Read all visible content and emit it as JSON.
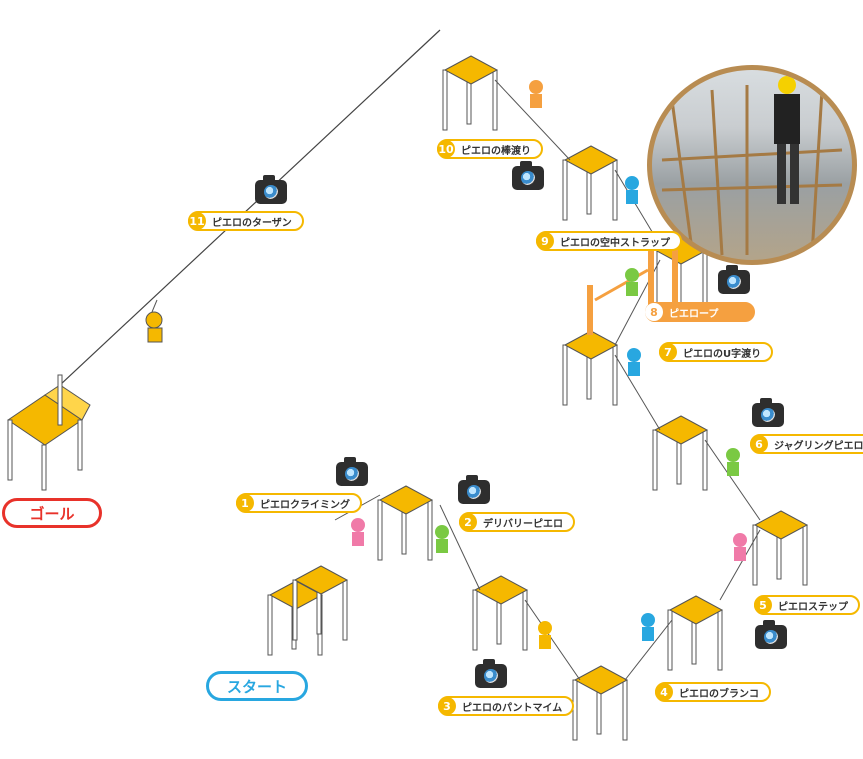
{
  "course": {
    "goal_label": "ゴール",
    "start_label": "スタート"
  },
  "stations": [
    {
      "num": "1",
      "name": "ピエロクライミング"
    },
    {
      "num": "2",
      "name": "デリバリーピエロ"
    },
    {
      "num": "3",
      "name": "ピエロのパントマイム"
    },
    {
      "num": "4",
      "name": "ピエロのブランコ"
    },
    {
      "num": "5",
      "name": "ピエロステップ"
    },
    {
      "num": "6",
      "name": "ジャグリングピエロ"
    },
    {
      "num": "7",
      "name": "ピエロのU字渡り"
    },
    {
      "num": "8",
      "name": "ピエロープ",
      "highlighted": true
    },
    {
      "num": "9",
      "name": "ピエロの空中ストラップ"
    },
    {
      "num": "10",
      "name": "ピエロの棒渡り"
    },
    {
      "num": "11",
      "name": "ピエロのターザン"
    }
  ],
  "colors": {
    "platform": "#f5b800",
    "highlight": "#f5a040",
    "goal": "#e8322a",
    "start": "#28a7e0"
  },
  "icons": [
    "camera-icon"
  ]
}
